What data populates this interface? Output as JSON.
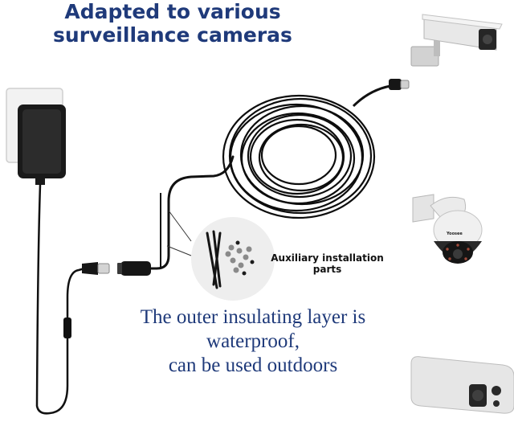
{
  "headline": {
    "line1": "Adapted to various",
    "line2": "surveillance cameras"
  },
  "callout": {
    "line1": "Auxiliary installation",
    "line2": "parts"
  },
  "notice": {
    "line1": "The outer insulating layer is",
    "line2": "waterproof,",
    "line3": "can be used outdoors"
  },
  "camera_logo": "Yoosee",
  "colors": {
    "headline": "#1f3a7a",
    "notice": "#1f3a7a",
    "cable": "#111111",
    "adapter": "#1a1a1a",
    "camera_body": "#e8e8e8",
    "parts_circle": "#eeeeee"
  }
}
